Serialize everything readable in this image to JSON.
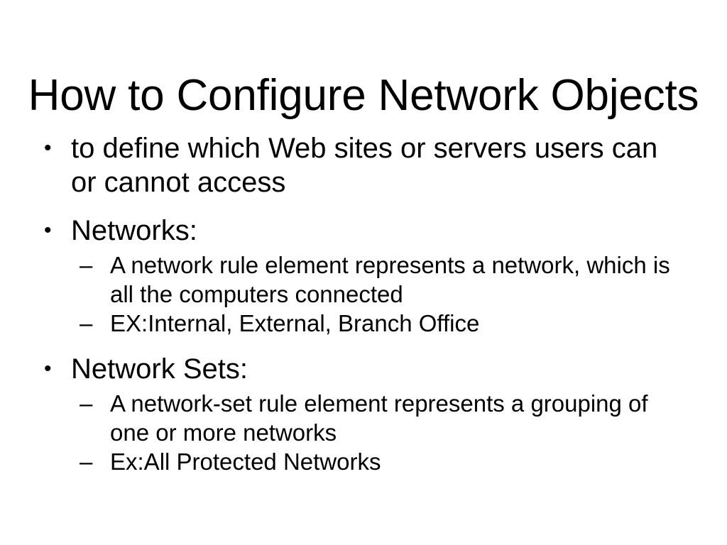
{
  "slide": {
    "title": "How to Configure Network Objects",
    "background_color": "#FFFFFF",
    "text_color": "#000000",
    "bullet_marker": "•",
    "sub_bullet_marker": "–",
    "bullets": [
      {
        "level": 1,
        "text": "to define which Web sites or servers users can or cannot access",
        "children": []
      },
      {
        "level": 1,
        "text": "Networks:",
        "children": [
          {
            "level": 2,
            "text": "A network rule element represents a network, which is all the computers connected"
          },
          {
            "level": 2,
            "text": "EX:Internal, External, Branch Office"
          }
        ]
      },
      {
        "level": 1,
        "text": "Network Sets:",
        "children": [
          {
            "level": 2,
            "text": "A network-set rule element represents a grouping of one or more networks"
          },
          {
            "level": 2,
            "text": "Ex:All Protected Networks"
          }
        ]
      }
    ]
  }
}
